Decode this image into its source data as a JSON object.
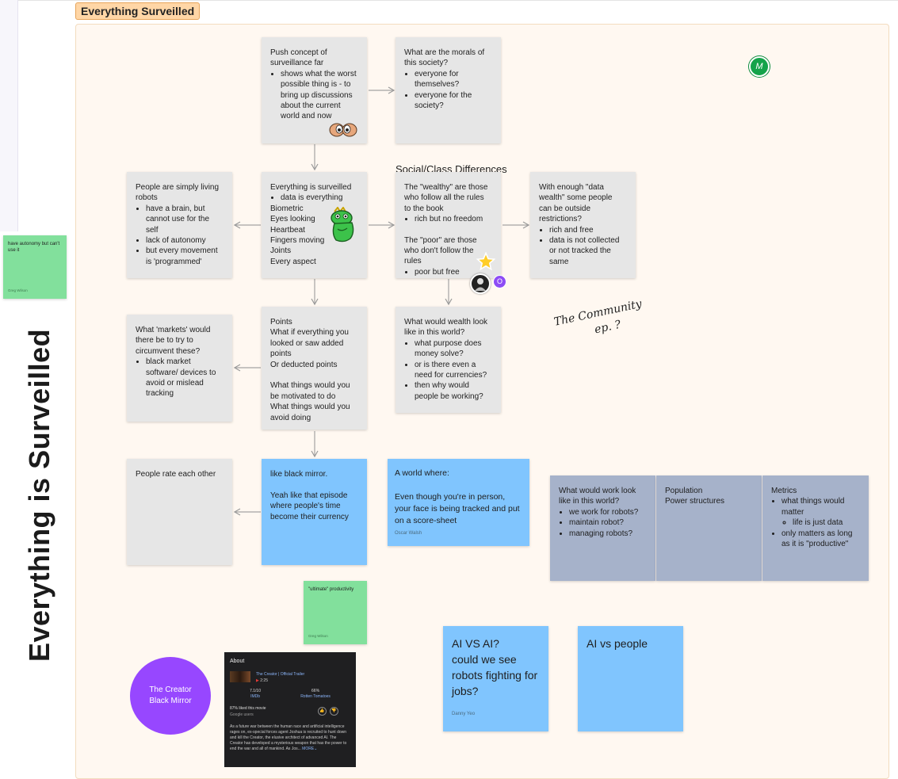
{
  "frame": {
    "title": "Everything Surveilled"
  },
  "vertical_title": "Everything is Surveilled",
  "left_note": {
    "text": "have autonomy but can't use it",
    "author": "Greg Wilson"
  },
  "section_heading": "Social/Class Differences",
  "stickies": {
    "push": {
      "text": "Push concept of surveillance far",
      "bullets": [
        "shows what the worst possible thing is - to bring up discussions about the current world and now"
      ]
    },
    "morals": {
      "text": "What are the morals of this society?",
      "bullets": [
        "everyone for themselves?",
        "everyone for the society?"
      ]
    },
    "robots": {
      "text": "People are simply living robots",
      "bullets": [
        "have a brain, but cannot use for the self",
        "lack of autonomy",
        "but every movement is 'programmed'"
      ]
    },
    "everything": {
      "text_top": "Everything is surveilled",
      "bullets": [
        "data is everything"
      ],
      "text_bottom": "Biometric\nEyes looking\nHeartbeat\nFingers moving\nJoints\nEvery aspect"
    },
    "wealthy": {
      "text_a": "The \"wealthy\" are those who follow all the rules to the book",
      "bullets_a": [
        "rich but no freedom"
      ],
      "text_b": "The \"poor\" are those who don't follow the rules",
      "bullets_b": [
        "poor but free"
      ]
    },
    "datawealth": {
      "text": "With enough \"data wealth\" some people can be outside restrictions?",
      "bullets": [
        "rich and free",
        "data is not collected or not tracked the same"
      ]
    },
    "markets": {
      "text": "What 'markets' would there be to try to circumvent these?",
      "bullets": [
        "black market software/ devices to avoid or mislead tracking"
      ]
    },
    "points": {
      "text": "Points\nWhat if everything you looked or saw added points\nOr deducted points\n\nWhat things would you be motivated to do\nWhat things would you avoid doing"
    },
    "wealthlook": {
      "text": "What would wealth look like in this world?",
      "bullets": [
        "what purpose does money solve?",
        "or is there even a need for currencies?",
        "then why would people be working?"
      ]
    },
    "rate": {
      "text": "People rate each other"
    },
    "blackmirror": {
      "text": "like black mirror.\n\nYeah like that episode where people's time become their currency"
    },
    "aworld": {
      "text": "A world where:\n\nEven though you're in person, your face is being tracked and put on a score-sheet",
      "author": "Oscar Walsh"
    },
    "work": {
      "text": "What would work look like in this world?",
      "bullets": [
        "we work for robots?",
        "maintain robot?",
        "managing robots?"
      ]
    },
    "population": {
      "text": "Population\nPower structures"
    },
    "metrics": {
      "text": "Metrics",
      "bullets": [
        "what things would matter"
      ],
      "sub_bullets": [
        "life is just data"
      ],
      "bullets_after": [
        "only matters as long as it is \"productive\""
      ]
    },
    "ultimate": {
      "text": "\"ultimate\" productivity",
      "author": "Greg Wilson"
    },
    "aivsai": {
      "text": "AI VS AI?\ncould we see robots fighting for jobs?",
      "author": "Danny Yeo"
    },
    "aivspeople": {
      "text": "AI vs people"
    }
  },
  "handwriting": {
    "line1": "The Community",
    "line2": "ep. ?"
  },
  "circle": {
    "text": "The Creator\nBlack Mirror",
    "color": "#9747ff"
  },
  "avatars": {
    "m": "M",
    "o": "O"
  },
  "google_panel": {
    "about": "About",
    "video_title": "The Creator | Official Trailer",
    "duration": "2:25",
    "imdb_score": "7.1/10",
    "imdb_label": "IMDb",
    "rt_score": "66%",
    "rt_label": "Rotten Tomatoes",
    "liked": "87% liked this movie",
    "google_users": "Google users",
    "description": "As a future war between the human race and artificial intelligence rages on, ex-special forces agent Joshua is recruited to hunt down and kill the Creator, the elusive architect of advanced AI. The Creator has developed a mysterious weapon that has the power to end the war and all of mankind. As Jos...",
    "more": "MORE"
  },
  "colors": {
    "gray_sticky": "#e6e6e6",
    "blue_sticky": "#80c5fe",
    "green_sticky": "#82e09c",
    "slate_sticky": "#a6b2ca",
    "section_bg": "#fff8f1",
    "star": "#ffcd29"
  }
}
